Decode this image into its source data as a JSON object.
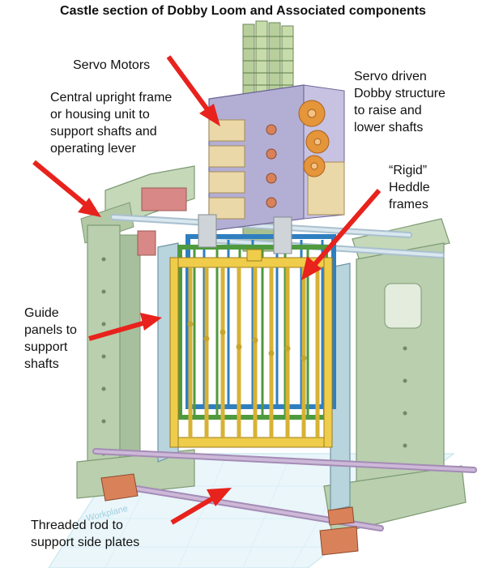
{
  "title": "Castle section of Dobby Loom and Associated components",
  "labels": {
    "servo_motors": [
      "Servo Motors"
    ],
    "central_frame": [
      "Central upright frame",
      "or housing unit to",
      "support shafts and",
      "operating lever"
    ],
    "servo_dobby": [
      "Servo driven",
      "Dobby structure",
      "to raise and",
      "lower shafts"
    ],
    "heddle_frames": [
      "“Rigid”",
      "Heddle",
      "frames"
    ],
    "guide_panels": [
      "Guide",
      "panels to",
      "support",
      "shafts"
    ],
    "threaded_rod": [
      "Threaded rod to",
      "support side plates"
    ]
  },
  "workplane_text": "Workplane",
  "colors": {
    "arrow": "#e8221c",
    "frame_green": "#b9cfae",
    "guide_blue": "#b8d4dd",
    "yellow": "#efcd4b",
    "green": "#4f9a3e",
    "blue": "#2f7fc0",
    "lavender": "#b3aed4",
    "copper": "#d9825a",
    "pink": "#d88886",
    "cream": "#ead8a8",
    "orange_gear": "#e5953a",
    "rod": "#cdb8d8",
    "steel": "#cfdde6"
  }
}
